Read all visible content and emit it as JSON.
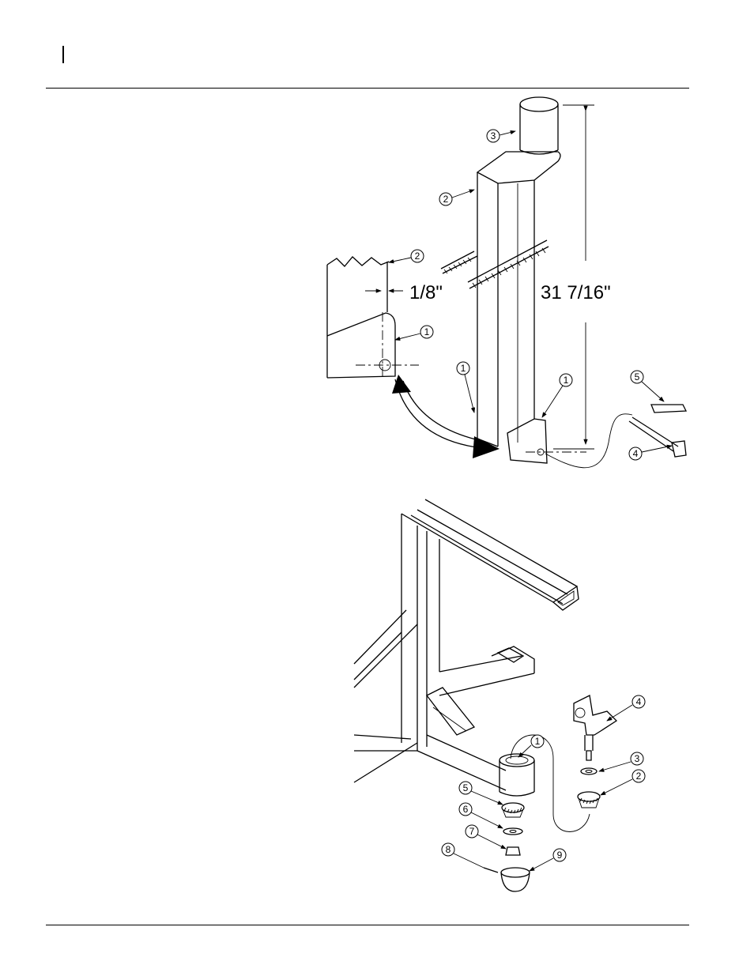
{
  "page": {
    "header_mark": "|"
  },
  "figure_top": {
    "dimension_main": "31 7/16\"",
    "dimension_gap": "1/8\"",
    "balloons": [
      {
        "id": "t3",
        "label": "3"
      },
      {
        "id": "t2a",
        "label": "2"
      },
      {
        "id": "t2b",
        "label": "2"
      },
      {
        "id": "t1a",
        "label": "1"
      },
      {
        "id": "t1b",
        "label": "1"
      },
      {
        "id": "t1c",
        "label": "1"
      },
      {
        "id": "t5",
        "label": "5"
      },
      {
        "id": "t4",
        "label": "4"
      }
    ]
  },
  "figure_bottom": {
    "balloons": [
      {
        "id": "b1",
        "label": "1"
      },
      {
        "id": "b4",
        "label": "4"
      },
      {
        "id": "b3",
        "label": "3"
      },
      {
        "id": "b2",
        "label": "2"
      },
      {
        "id": "b5",
        "label": "5"
      },
      {
        "id": "b6",
        "label": "6"
      },
      {
        "id": "b7",
        "label": "7"
      },
      {
        "id": "b8",
        "label": "8"
      },
      {
        "id": "b9",
        "label": "9"
      }
    ]
  }
}
